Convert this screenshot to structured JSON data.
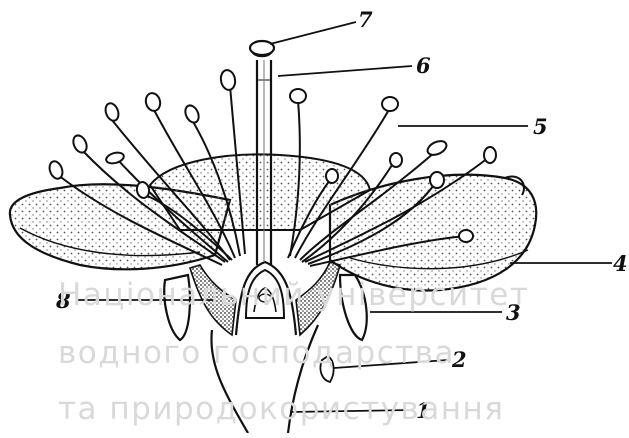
{
  "callouts": [
    "7",
    "6",
    "5",
    "4",
    "3",
    "2",
    "1",
    "8"
  ],
  "watermark": {
    "line1": "Національний університет",
    "line2": "водного господарства",
    "line3": "та природокористування"
  }
}
